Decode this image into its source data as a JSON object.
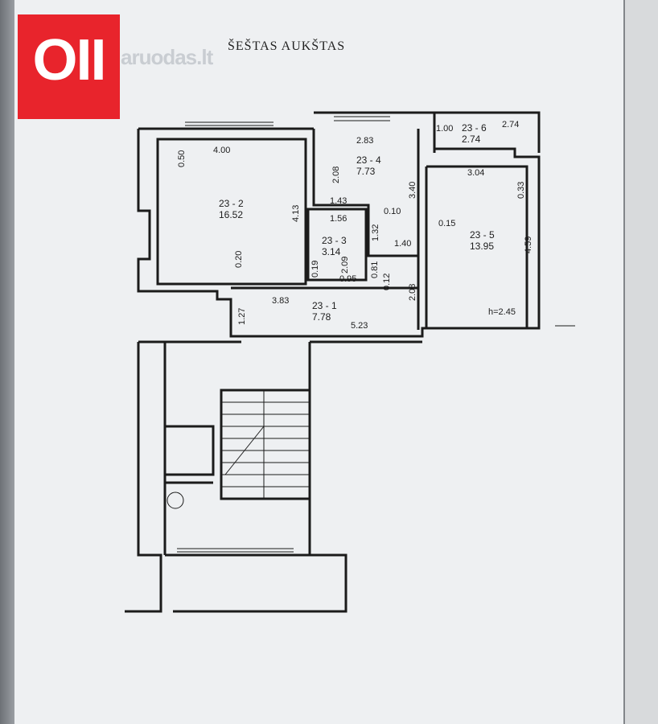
{
  "header": {
    "floor_title": "ŠEŠTAS AUKŠTAS",
    "logo_text": "OII",
    "watermark": "aruodas.lt"
  },
  "rooms": [
    {
      "id": "23 - 2",
      "area": "16.52"
    },
    {
      "id": "23 - 4",
      "area": "7.73"
    },
    {
      "id": "23 - 6",
      "area": "2.74"
    },
    {
      "id": "23 - 3",
      "area": "3.14"
    },
    {
      "id": "23 - 5",
      "area": "13.95"
    },
    {
      "id": "23 - 1",
      "area": "7.78"
    }
  ],
  "dimensions": [
    "4.00",
    "0.50",
    "4.13",
    "0.20",
    "2.83",
    "2.08",
    "1.43",
    "3.40",
    "1.56",
    "0.10",
    "1.32",
    "1.40",
    "2.09",
    "0.19",
    "0.95",
    "0.81",
    "0.12",
    "3.04",
    "0.33",
    "4.59",
    "0.15",
    "1.00",
    "2.74",
    "3.83",
    "1.27",
    "5.23",
    "2.08"
  ],
  "ceiling_height": "h=2.45"
}
